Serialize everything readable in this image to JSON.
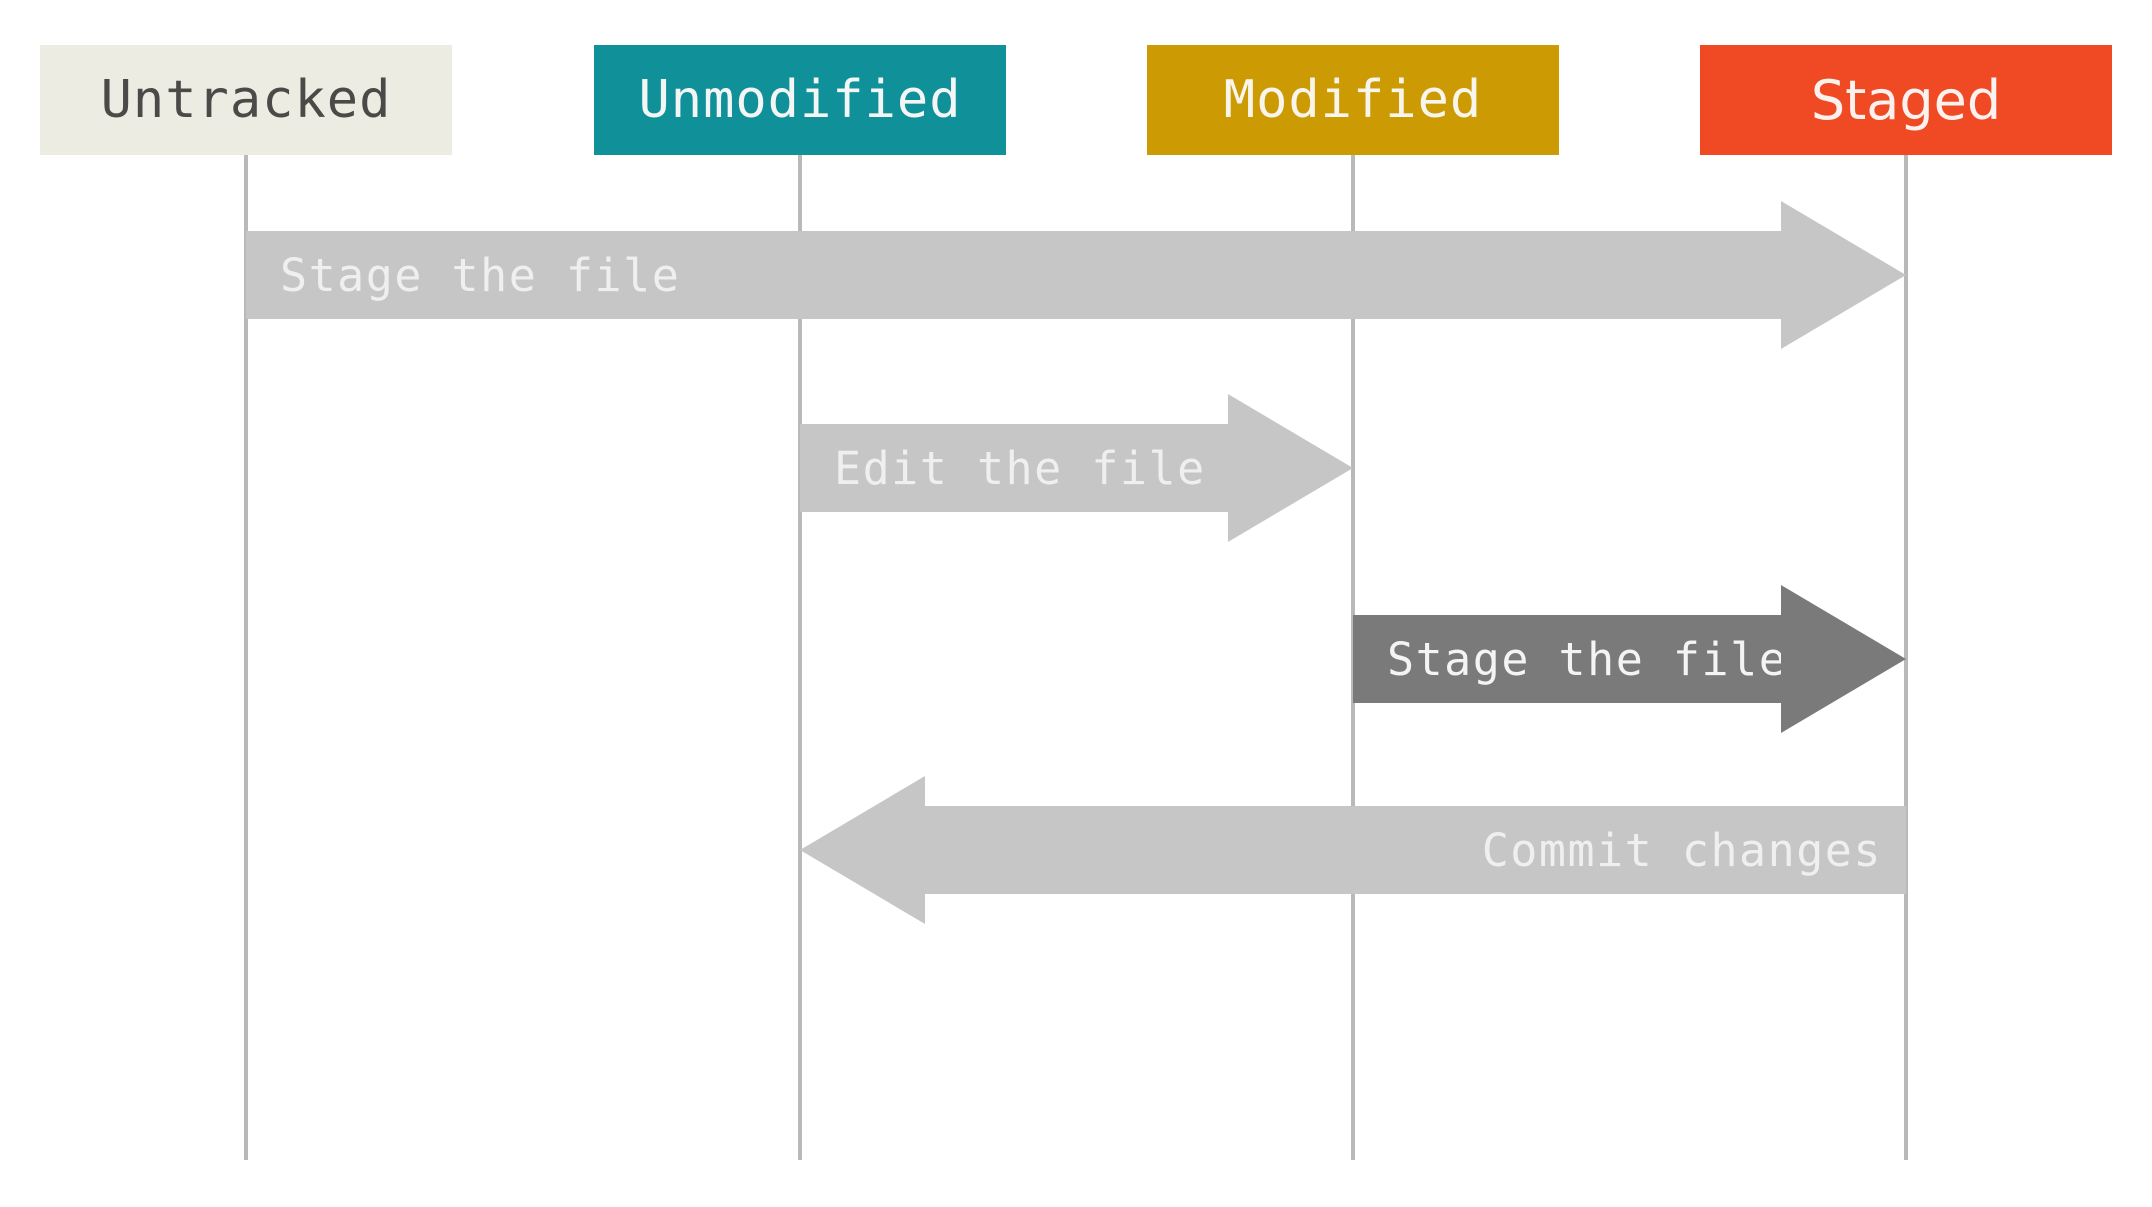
{
  "diagram": {
    "background": "#ffffff",
    "lifeline_color": "#b9b9b9"
  },
  "states": [
    {
      "label": "Untracked",
      "bg": "#edece2",
      "text_color": "#4a4a48"
    },
    {
      "label": "Unmodified",
      "bg": "#10919a",
      "text_color": "#f4f6f5"
    },
    {
      "label": "Modified",
      "bg": "#cc9a03",
      "text_color": "#f8f5ec"
    },
    {
      "label": "Staged",
      "bg": "#f04a25",
      "text_color": "#fbf2ef"
    }
  ],
  "transitions": [
    {
      "label": "Stage the file",
      "from": "Untracked",
      "to": "Staged",
      "direction": "right",
      "color": "#c6c6c6",
      "text_color": "#efefef"
    },
    {
      "label": "Edit the file",
      "from": "Unmodified",
      "to": "Modified",
      "direction": "right",
      "color": "#c6c6c6",
      "text_color": "#efefef"
    },
    {
      "label": "Stage the file",
      "from": "Modified",
      "to": "Staged",
      "direction": "right",
      "color": "#7a7a7a",
      "text_color": "#f4f4f4"
    },
    {
      "label": "Commit changes",
      "from": "Staged",
      "to": "Unmodified",
      "direction": "left",
      "color": "#c6c6c6",
      "text_color": "#efefef"
    }
  ]
}
